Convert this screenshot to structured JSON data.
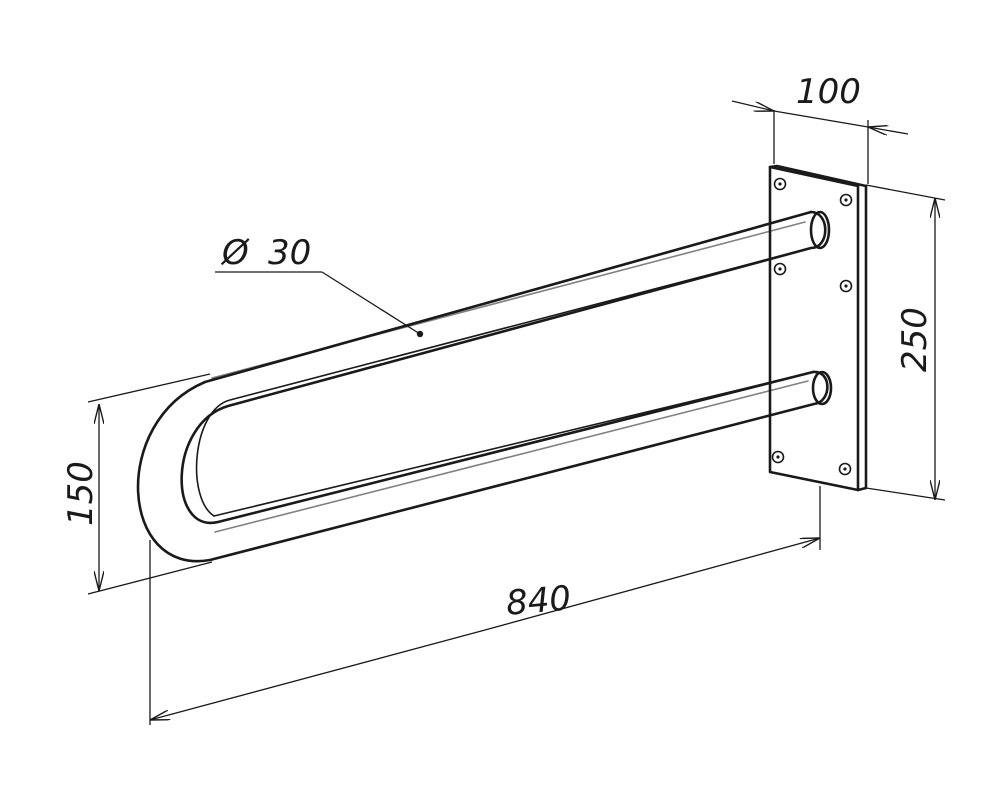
{
  "dimensions": {
    "depth": "100",
    "plate_height": "250",
    "bar_spacing": "150",
    "length": "840",
    "diameter_symbol": "Ø",
    "diameter": "30"
  },
  "colors": {
    "line": "#1a1a1a",
    "background": "#ffffff"
  }
}
